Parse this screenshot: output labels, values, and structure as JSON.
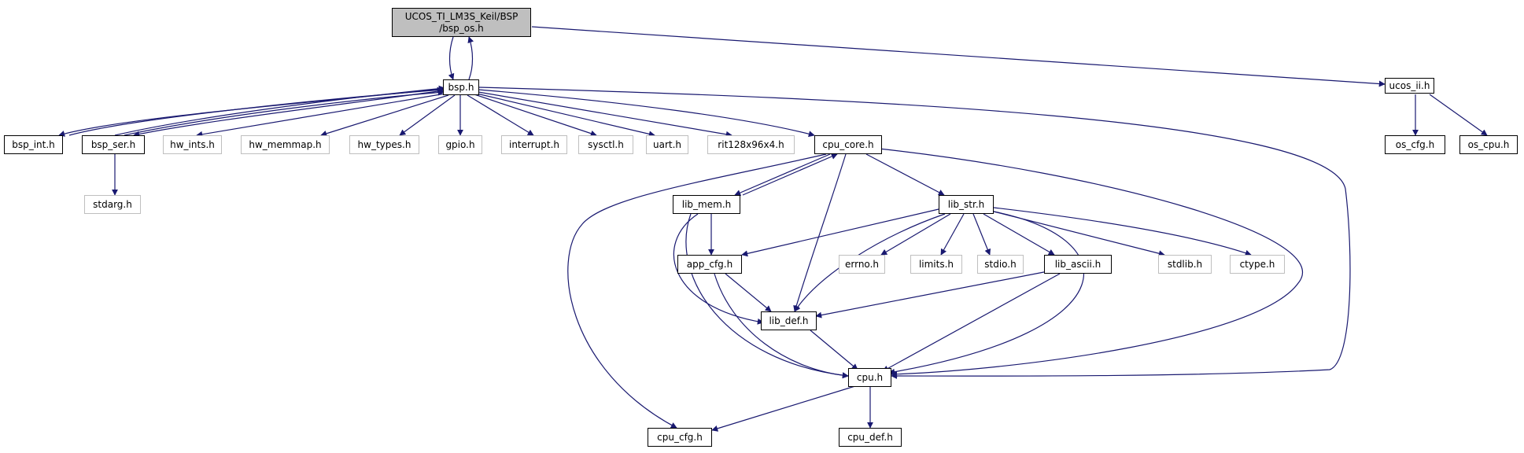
{
  "nodes": {
    "root": {
      "line1": "UCOS_TI_LM3S_Keil/BSP",
      "line2": "/bsp_os.h"
    },
    "bsp_h": "bsp.h",
    "ucos_ii_h": "ucos_ii.h",
    "bsp_int_h": "bsp_int.h",
    "bsp_ser_h": "bsp_ser.h",
    "hw_ints_h": "hw_ints.h",
    "hw_memmap_h": "hw_memmap.h",
    "hw_types_h": "hw_types.h",
    "gpio_h": "gpio.h",
    "interrupt_h": "interrupt.h",
    "sysctl_h": "sysctl.h",
    "uart_h": "uart.h",
    "rit_h": "rit128x96x4.h",
    "cpu_core_h": "cpu_core.h",
    "os_cfg_h": "os_cfg.h",
    "os_cpu_h": "os_cpu.h",
    "stdarg_h": "stdarg.h",
    "lib_mem_h": "lib_mem.h",
    "lib_str_h": "lib_str.h",
    "app_cfg_h": "app_cfg.h",
    "errno_h": "errno.h",
    "limits_h": "limits.h",
    "stdio_h": "stdio.h",
    "lib_ascii_h": "lib_ascii.h",
    "stdlib_h": "stdlib.h",
    "ctype_h": "ctype.h",
    "lib_def_h": "lib_def.h",
    "cpu_h": "cpu.h",
    "cpu_cfg_h": "cpu_cfg.h",
    "cpu_def_h": "cpu_def.h"
  },
  "colors": {
    "edge": "#191970",
    "external_border": "#bfbfbf",
    "root_fill": "#bfbfbf"
  }
}
